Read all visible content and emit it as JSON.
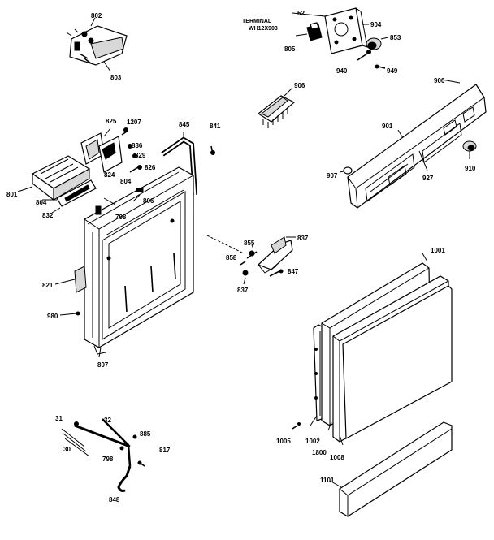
{
  "terminal_note": {
    "line1": "TERMINAL",
    "line2": "WH12X903"
  },
  "labels": {
    "l_802": "802",
    "l_803": "803",
    "l_52": "52",
    "l_904": "904",
    "l_853": "853",
    "l_805": "805",
    "l_940": "940",
    "l_949": "949",
    "l_906": "906",
    "l_900": "900",
    "l_825": "825",
    "l_1207": "1207",
    "l_836": "836",
    "l_829": "829",
    "l_826": "826",
    "l_824": "824",
    "l_804b": "804",
    "l_801": "801",
    "l_804": "804",
    "l_832": "832",
    "l_845": "845",
    "l_841": "841",
    "l_806": "806",
    "l_798": "798",
    "l_901": "901",
    "l_907": "907",
    "l_927": "927",
    "l_910": "910",
    "l_855": "855",
    "l_837a": "837",
    "l_858": "858",
    "l_847": "847",
    "l_837b": "837",
    "l_821": "821",
    "l_980": "980",
    "l_807": "807",
    "l_1001": "1001",
    "l_31": "31",
    "l_32": "32",
    "l_885": "885",
    "l_30": "30",
    "l_798b": "798",
    "l_817": "817",
    "l_848": "848",
    "l_1005": "1005",
    "l_1002": "1002",
    "l_1800": "1800",
    "l_1008": "1008",
    "l_1101": "1101"
  }
}
